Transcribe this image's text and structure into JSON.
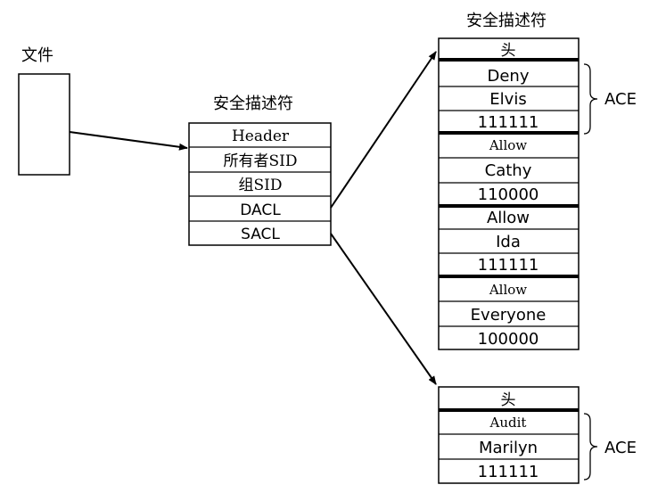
{
  "file": {
    "label": "文件"
  },
  "security_descriptor": {
    "title": "安全描述符",
    "rows": [
      "Header",
      "所有者SID",
      "组SID",
      "DACL",
      "SACL"
    ]
  },
  "dacl_block": {
    "title": "安全描述符",
    "header": "头",
    "entries": [
      {
        "type": "Deny",
        "sid": "Elvis",
        "mask": "111111"
      },
      {
        "type": "Allow",
        "sid": "Cathy",
        "mask": "110000"
      },
      {
        "type": "Allow",
        "sid": "Ida",
        "mask": "111111"
      },
      {
        "type": "Allow",
        "sid": "Everyone",
        "mask": "100000"
      }
    ],
    "ace_label": "ACE"
  },
  "sacl_block": {
    "header": "头",
    "entries": [
      {
        "type": "Audit",
        "sid": "Marilyn",
        "mask": "111111"
      }
    ],
    "ace_label": "ACE"
  },
  "colors": {
    "stroke": "#000000",
    "background": "#ffffff"
  }
}
